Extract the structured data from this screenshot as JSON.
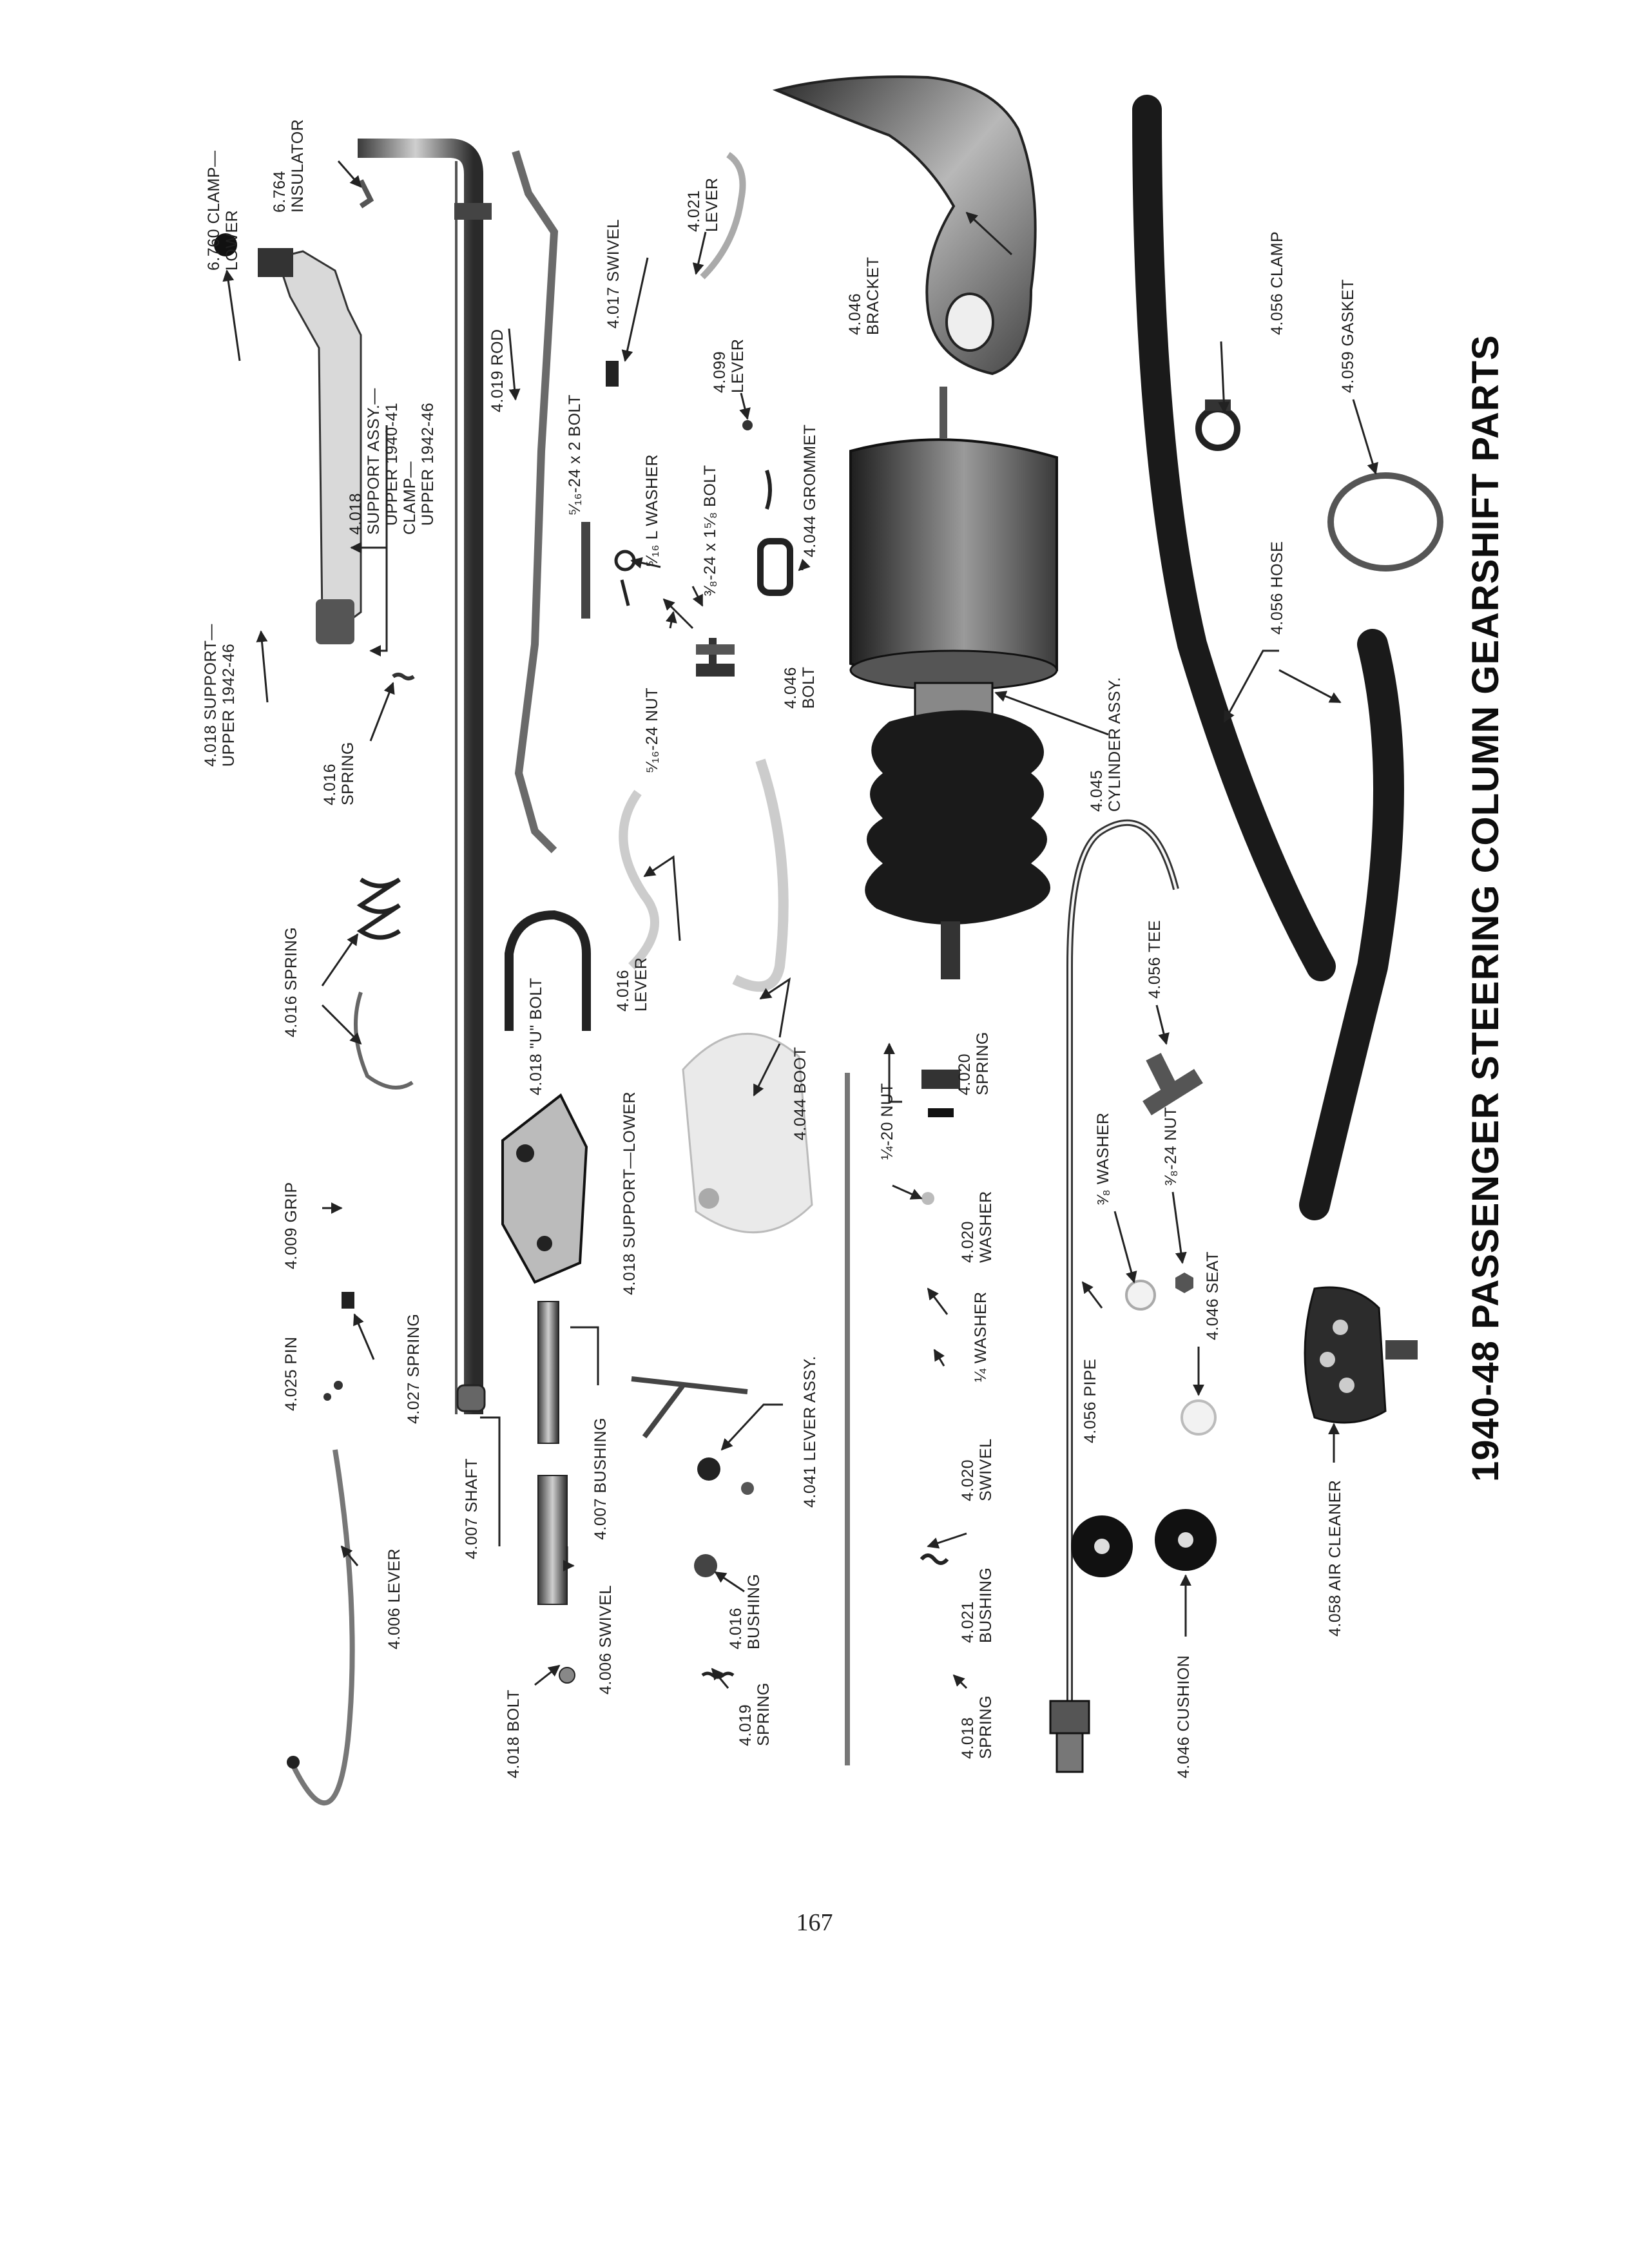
{
  "title": "1940-48 PASSENGER STEERING COLUMN GEARSHIFT PARTS",
  "page_number": "167",
  "labels": {
    "insulator_6764": [
      "6.764",
      "INSULATOR"
    ],
    "clamp_lower_6760": [
      "6.760 CLAMP—",
      "LOWER"
    ],
    "support_assy_4018": [
      "4.018",
      "SUPPORT ASSY.—",
      "UPPER 1940-41",
      "CLAMP—",
      "UPPER 1942-46"
    ],
    "support_upper_4018": [
      "4.018 SUPPORT—",
      "UPPER 1942-46"
    ],
    "spring_4016_small": [
      "4.016",
      "SPRING"
    ],
    "spring_4016": [
      "4.016 SPRING"
    ],
    "grip_4009": [
      "4.009 GRIP"
    ],
    "pin_4025": [
      "4.025 PIN"
    ],
    "spring_4027": [
      "4.027 SPRING"
    ],
    "lever_4006": [
      "4.006 LEVER"
    ],
    "rod_4019": [
      "4.019 ROD"
    ],
    "bolt_516": [
      "⁵⁄₁₆-24 x 2 BOLT"
    ],
    "washer_516": [
      "⁵⁄₁₆ L WASHER"
    ],
    "nut_516": [
      "⁵⁄₁₆-24 NUT"
    ],
    "swivel_4017": [
      "4.017 SWIVEL"
    ],
    "lever_4021": [
      "4.021",
      "LEVER"
    ],
    "lever_4099": [
      "4.099",
      "LEVER"
    ],
    "bolt_38": [
      "³⁄₈-24 x 1⁵⁄₈ BOLT"
    ],
    "grommet_4044": [
      "4.044 GROMMET"
    ],
    "bolt_4046": [
      "4.046",
      "BOLT"
    ],
    "bracket_4046": [
      "4.046",
      "BRACKET"
    ],
    "lever_4016": [
      "4.016",
      "LEVER"
    ],
    "u_bolt_4018": [
      "4.018 \"U\" BOLT"
    ],
    "support_lower_4018": [
      "4.018 SUPPORT—LOWER"
    ],
    "boot_4044": [
      "4.044 BOOT"
    ],
    "shaft_4007": [
      "4.007 SHAFT"
    ],
    "bushing_4007": [
      "4.007 BUSHING"
    ],
    "lever_assy_4041": [
      "4.041 LEVER ASSY."
    ],
    "swivel_4006": [
      "4.006 SWIVEL"
    ],
    "bushing_4016": [
      "4.016",
      "BUSHING"
    ],
    "bolt_4018": [
      "4.018 BOLT"
    ],
    "spring_4019": [
      "4.019",
      "SPRING"
    ],
    "cylinder_4045": [
      "4.045",
      "CYLINDER ASSY."
    ],
    "nut_14": [
      "¼-20 NUT"
    ],
    "spring_4020": [
      "4.020",
      "SPRING"
    ],
    "washer_4020": [
      "4.020",
      "WASHER"
    ],
    "washer_14": [
      "¼ WASHER"
    ],
    "swivel_4020": [
      "4.020",
      "SWIVEL"
    ],
    "bushing_4021": [
      "4.021",
      "BUSHING"
    ],
    "spring_4018": [
      "4.018",
      "SPRING"
    ],
    "clamp_4056": [
      "4.056 CLAMP"
    ],
    "gasket_4059": [
      "4.059 GASKET"
    ],
    "hose_4056": [
      "4.056 HOSE"
    ],
    "tee_4056": [
      "4.056 TEE"
    ],
    "washer_38": [
      "³⁄₈ WASHER"
    ],
    "nut_38": [
      "³⁄₈-24 NUT"
    ],
    "seat_4046": [
      "4.046 SEAT"
    ],
    "pipe_4056": [
      "4.056 PIPE"
    ],
    "cushion_4046": [
      "4.046 CUSHION"
    ],
    "air_cleaner_4058": [
      "4.058 AIR CLEANER"
    ]
  }
}
